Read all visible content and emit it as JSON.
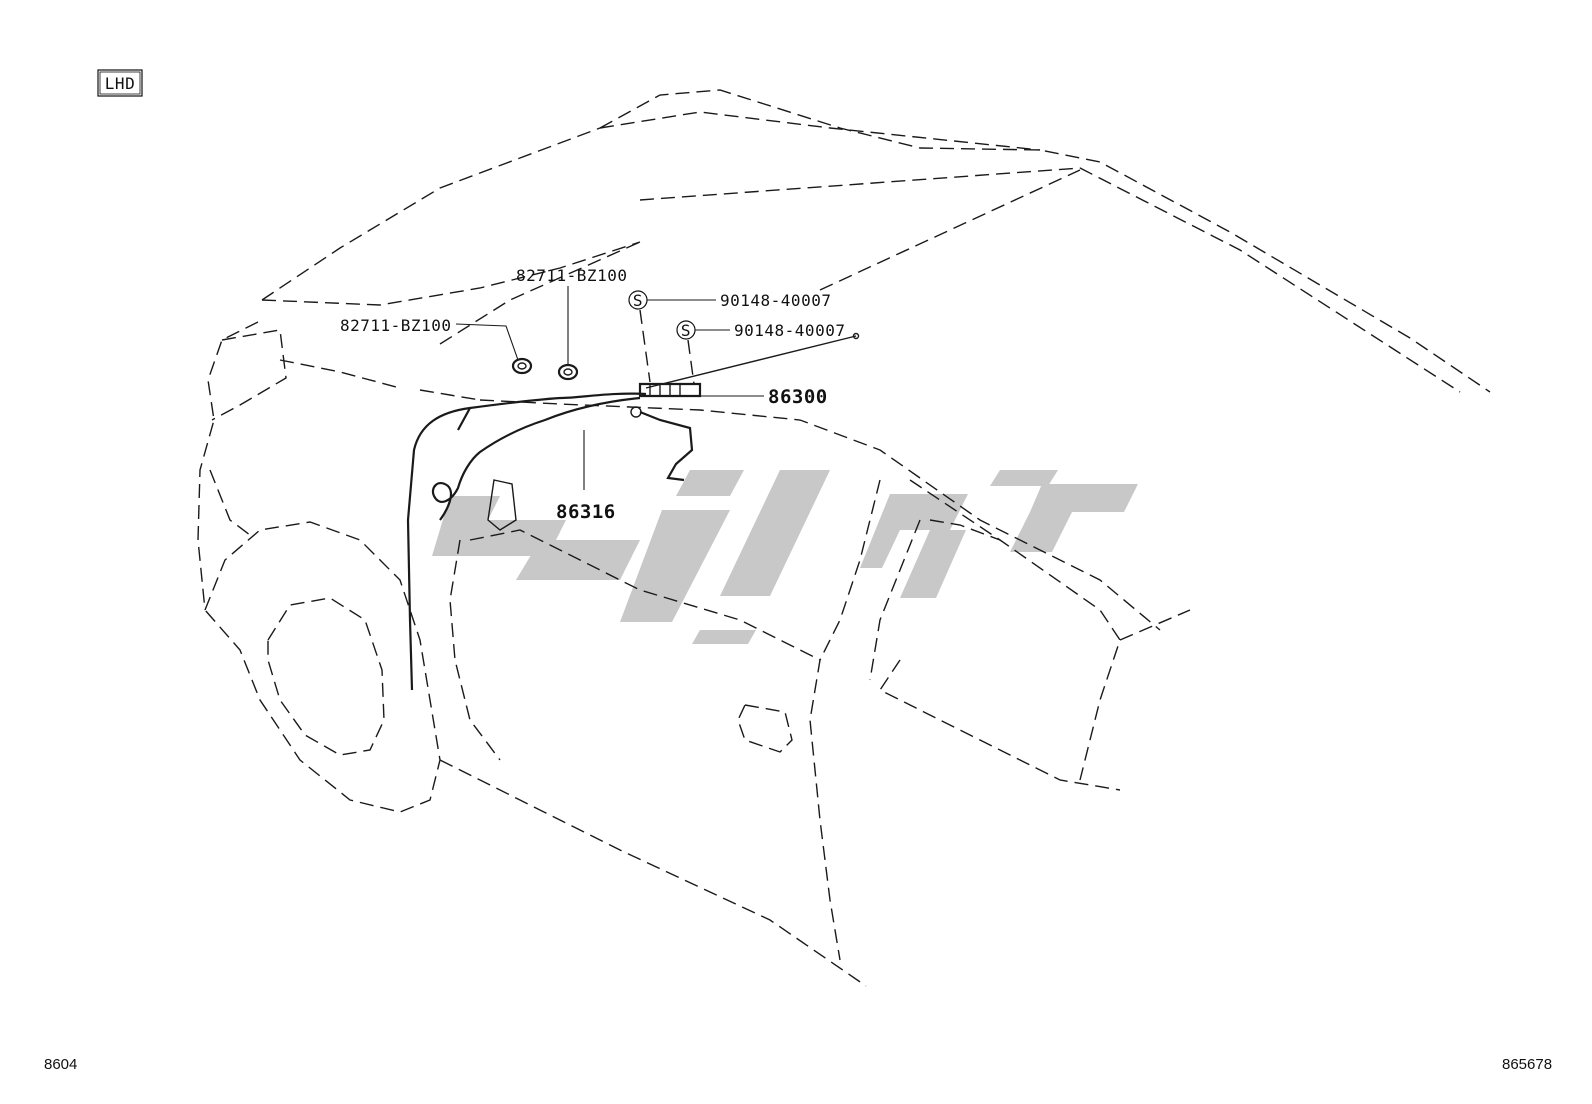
{
  "region_badge": "LHD",
  "callouts": {
    "clip_left": "82711-BZ100",
    "clip_right": "82711-BZ100",
    "screw_upper": "90148-40007",
    "screw_lower": "90148-40007",
    "antenna": "86300",
    "cord": "86316"
  },
  "screw_marker_letter": "S",
  "footer": {
    "left_code": "8604",
    "right_code": "865678"
  },
  "watermark": {
    "color": "#c8c8c8"
  }
}
